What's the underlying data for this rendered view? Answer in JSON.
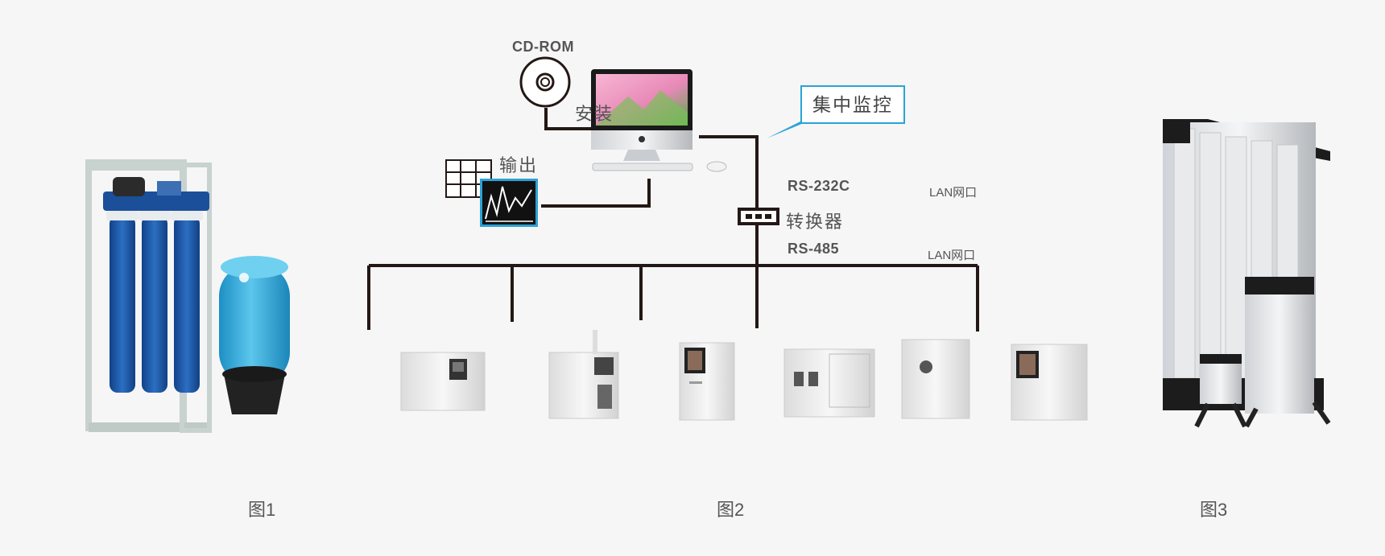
{
  "figures": {
    "fig1_caption": "图1",
    "fig2_caption": "图2",
    "fig3_caption": "图3"
  },
  "network": {
    "cdrom_label": "CD-ROM",
    "install_label": "安装",
    "output_label": "输出",
    "monitor_callout": "集中监控",
    "rs232_label": "RS-232C",
    "converter_label": "转换器",
    "rs485_label": "RS-485",
    "lan_port_top": "LAN网口",
    "lan_port_bottom": "LAN网口"
  },
  "colors": {
    "line": "#231815",
    "accent_blue": "#29a3d6",
    "filter_blue": "#1f5fa8",
    "tank_blue": "#2ea8d8"
  }
}
